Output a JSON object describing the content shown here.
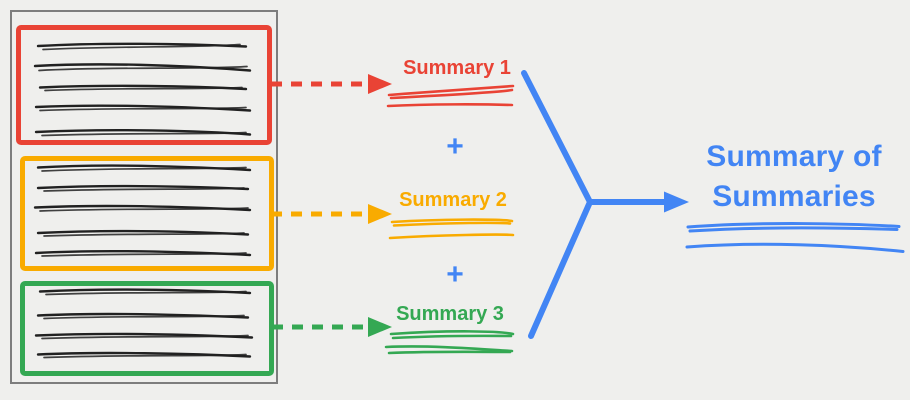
{
  "colors": {
    "red": "#E94335",
    "yellow": "#F9AB00",
    "green": "#34A853",
    "blue": "#4285F4",
    "ink": "#212121",
    "doc_border": "#7d7d7d",
    "background": "#efefed"
  },
  "document": {
    "sections": [
      {
        "name": "section-1",
        "color": "red",
        "text_lines": 5
      },
      {
        "name": "section-2",
        "color": "yellow",
        "text_lines": 5
      },
      {
        "name": "section-3",
        "color": "green",
        "text_lines": 4
      }
    ]
  },
  "summaries": [
    {
      "label": "Summary 1",
      "color": "red"
    },
    {
      "label": "Summary 2",
      "color": "yellow"
    },
    {
      "label": "Summary 3",
      "color": "green"
    }
  ],
  "operators": {
    "plus": "+"
  },
  "result": {
    "line1": "Summary of",
    "line2": "Summaries"
  }
}
